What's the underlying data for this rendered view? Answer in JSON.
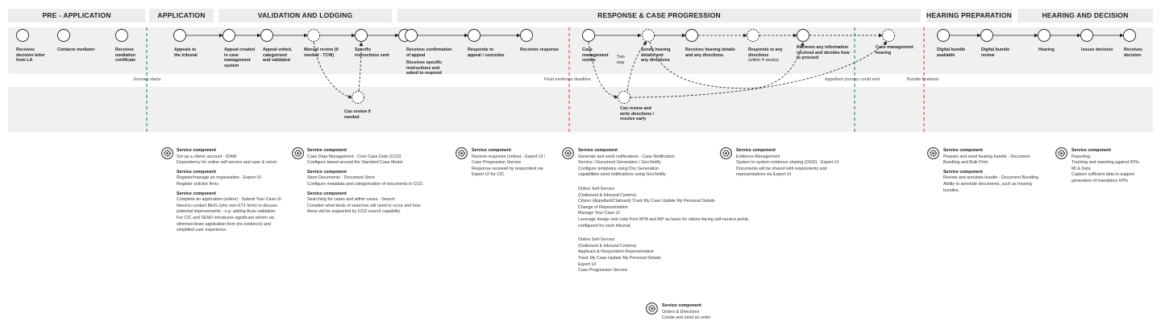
{
  "phases": [
    {
      "key": "pre",
      "label": "PRE - APPLICATION"
    },
    {
      "key": "app",
      "label": "APPLICATION"
    },
    {
      "key": "val",
      "label": "VALIDATION AND LODGING"
    },
    {
      "key": "resp",
      "label": "RESPONSE & CASE PROGRESSION"
    },
    {
      "key": "prep",
      "label": "HEARING PREPARATION"
    },
    {
      "key": "dec",
      "label": "HEARING AND DECISION"
    }
  ],
  "steps": [
    {
      "key": "s1",
      "lines": [
        "Receives",
        "decision letter",
        "from LA"
      ]
    },
    {
      "key": "s2",
      "lines": [
        "Contacts mediator"
      ]
    },
    {
      "key": "s3",
      "lines": [
        "Receives",
        "mediation",
        "certificate"
      ]
    },
    {
      "key": "s4",
      "lines": [
        "Appeals to",
        "the tribunal"
      ]
    },
    {
      "key": "s5",
      "lines": [
        "Appeal created",
        "in case",
        "management",
        "system"
      ]
    },
    {
      "key": "s6",
      "lines": [
        "Appeal vetted,",
        "categorised",
        "and validated"
      ]
    },
    {
      "key": "s7",
      "lines": [
        "Manual review (if",
        "needed - TCW)"
      ]
    },
    {
      "key": "s8",
      "lines": [
        "Specific",
        "instructions sent"
      ]
    },
    {
      "key": "s9",
      "lines": [
        "Receives confirmation",
        "of appeal"
      ]
    },
    {
      "key": "s9b",
      "lines": [
        "Receives specific",
        "instructions and",
        "asked to respond"
      ]
    },
    {
      "key": "s10",
      "lines": [
        "Responds to",
        "appeal / concedes"
      ]
    },
    {
      "key": "s11",
      "lines": [
        "Receives response"
      ]
    },
    {
      "key": "s12",
      "lines": [
        "Case",
        "management",
        "review"
      ]
    },
    {
      "key": "s13",
      "lines": [
        "Sends hearing",
        "details and",
        "any directions"
      ]
    },
    {
      "key": "s14",
      "lines": [
        "Receives hearing details",
        "and any directions."
      ]
    },
    {
      "key": "s15",
      "lines": [
        "Responds to any",
        "directions"
      ],
      "sub": "(within 4 weeks)"
    },
    {
      "key": "s16",
      "lines": [
        "Recieves any information",
        "received and decides how",
        "to proceed"
      ]
    },
    {
      "key": "s17",
      "lines": [
        "Case management",
        "hearing"
      ]
    },
    {
      "key": "s18",
      "lines": [
        "Digital bundle",
        "available"
      ]
    },
    {
      "key": "s19",
      "lines": [
        "Digital bundle",
        "review"
      ]
    },
    {
      "key": "s20",
      "lines": [
        "Hearing"
      ]
    },
    {
      "key": "s21",
      "lines": [
        "Issues decision"
      ]
    },
    {
      "key": "s22",
      "lines": [
        "Receives",
        "decision"
      ]
    },
    {
      "key": "s23",
      "lines": [
        "Can review if",
        "needed"
      ]
    },
    {
      "key": "s24",
      "lines": [
        "Can review and",
        "write directions /",
        "resolve early"
      ]
    }
  ],
  "two_way": [
    "Two",
    "way"
  ],
  "milestones": {
    "journey_starts": "Journey starts",
    "final_evidence": "Final evidence deadline",
    "appellant_end": "Appellant journey could end",
    "bundle_finalised": "Bundle finalised"
  },
  "colors": {
    "green": "#2e9a5e",
    "red": "#e5533d",
    "band": "#f0f0f0",
    "phase": "#ececec"
  },
  "icon": "gear-icon",
  "service_groups": [
    {
      "key": "g1",
      "blocks": [
        {
          "head": "Service component",
          "lines": [
            "Set up a citizen account - IDAM",
            "Dependency for online self-service and save & return"
          ]
        },
        {
          "head": "Service component",
          "lines": [
            "Register/manage an organisation - Expert UI",
            "Register solicitor firms"
          ]
        },
        {
          "head": "Service component",
          "lines": [
            "Complete an application (online) - Submit Your Case UI",
            "Need to contact BEIS (who own ET1 form) to discuss",
            "potential improvements - e.g. adding Acas validation.",
            "For CIC and SEND introduces significant reform via",
            "slimmed-down application form (no evidence) and",
            "simplified user experience."
          ]
        }
      ]
    },
    {
      "key": "g2",
      "blocks": [
        {
          "head": "Service component",
          "lines": [
            "Case Data Management - Core Case Data (CCD)",
            "Configure based around the Standard Case Model."
          ]
        },
        {
          "head": "Service component",
          "lines": [
            "Store Documents - Document Store",
            "Configure metadata and categorisation of documents in CCD."
          ]
        },
        {
          "head": "Service component",
          "lines": [
            "Searching for cases and within cases - Search",
            "Consider what kinds of searches will need to occur and how",
            "these will be supported by CCD search capability."
          ]
        }
      ]
    },
    {
      "key": "g3",
      "blocks": [
        {
          "head": "Service component",
          "lines": [
            "Receive response (online) - Expert UI /",
            "Case Progression Service",
            "Response received by respondent via",
            "Expert UI for CIC."
          ]
        }
      ]
    },
    {
      "key": "g4",
      "blocks": [
        {
          "head": "Service component",
          "lines": [
            "Generate and send notifications - Case Notification",
            "Service / Document Generation / Gov.Notify",
            "Configure templates using Doc Generation",
            "capabilities send notifications using Gov.Notify"
          ]
        },
        {
          "head": "",
          "lines": [
            "Online Self-Service",
            "(Outbound & Inbound Comms)",
            "Citizen (Appellant/Claimant) Track My Case Update My Personal Details",
            "Change of Representation",
            "Manage Your Case UI",
            "Leverage design and code from MYA and AIP as basis for citizen-facing self-service portal,",
            "configured for each tribunal."
          ]
        },
        {
          "head": "",
          "lines": [
            "Online Self-Service",
            "(Outbound & Inbound Comms)",
            "Applicant & Respondent Representative",
            "Track My Case Update My Personal Details",
            "Expert UI",
            "Case Progression Service"
          ]
        }
      ]
    },
    {
      "key": "g5",
      "blocks": [
        {
          "head": "Service component",
          "lines": [
            "Evidence Management",
            "System to system evidence sharing (OGD) - Expert UI",
            "Documents will be shared with respondents and",
            "representatives via Expert UI"
          ]
        }
      ]
    },
    {
      "key": "g6",
      "blocks": [
        {
          "head": "Service component",
          "lines": [
            "Orders & Directions",
            "Create and send an order"
          ]
        }
      ]
    },
    {
      "key": "g7",
      "blocks": [
        {
          "head": "Service component",
          "lines": [
            "Prepare and send hearing bundle - Document",
            "Bundling and Bulk Print"
          ]
        },
        {
          "head": "Service component",
          "lines": [
            "Review and annotate bundle - Document Bundling",
            "Ability to annotate documents, such as hearing",
            "bundles."
          ]
        }
      ]
    },
    {
      "key": "g8",
      "blocks": [
        {
          "head": "Service component",
          "lines": [
            "Reporting",
            "Tracking and reporting against KPIs",
            "MI & Data",
            "Capture sufficient data to support",
            "generation of mandatory KPIs"
          ]
        }
      ]
    }
  ]
}
